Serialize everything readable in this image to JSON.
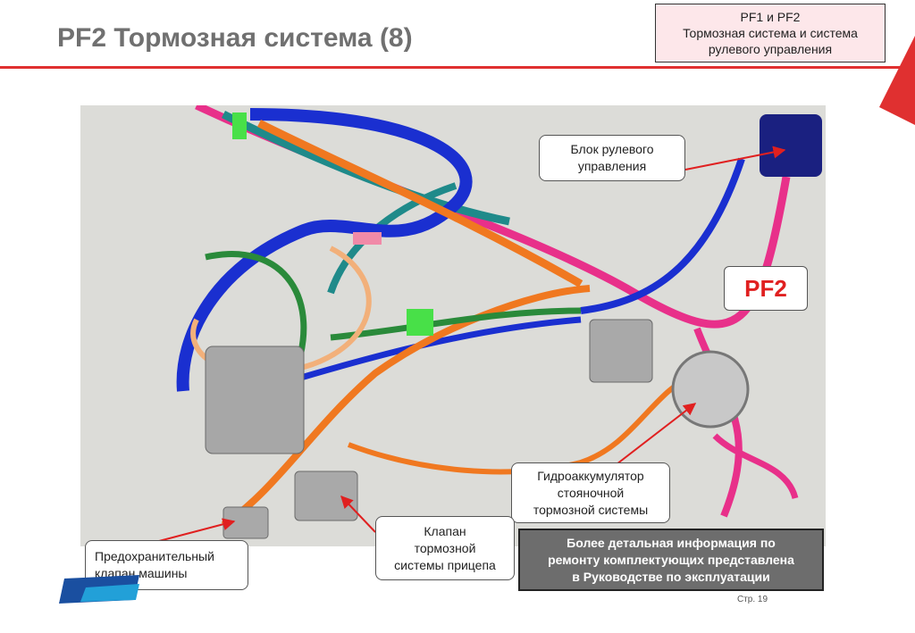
{
  "title": "PF2 Тормозная система (8)",
  "header_box": {
    "line1": "PF1 и PF2",
    "line2": "Тормозная система и система",
    "line3": "рулевого управления"
  },
  "callouts": {
    "steering": {
      "line1": "Блок рулевого",
      "line2": "управления"
    },
    "accumulator": {
      "line1": "Гидроаккумулятор",
      "line2": "стояночной",
      "line3": "тормозной системы"
    },
    "trailer_valve": {
      "line1": "Клапан",
      "line2": "тормозной",
      "line3": "системы прицепа"
    },
    "safety_valve": {
      "line1": "Предохранительный",
      "line2": "клапан машины"
    }
  },
  "pf2_label": "PF2",
  "info_box": {
    "line1": "Более детальная информация по",
    "line2": "ремонту комплектующих представлена",
    "line3": "в Руководстве по эксплуатации"
  },
  "page_number": "Стр. 19",
  "colors": {
    "accent_red": "#e03030",
    "hose_blue": "#1a2fd0",
    "hose_orange": "#f07820",
    "hose_pink": "#e8308a",
    "hose_green": "#2a8a3a",
    "hose_teal": "#1f8a8a"
  }
}
